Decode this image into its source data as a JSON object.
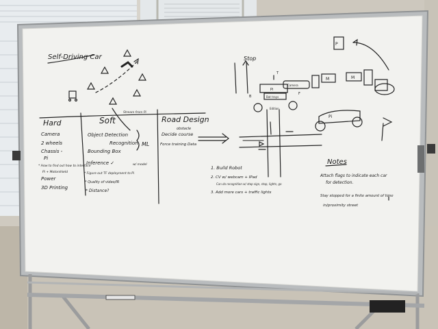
{
  "board": {
    "title": "Self-Driving Car",
    "columns": {
      "hard": {
        "heading": "Hard",
        "items": [
          "Camera",
          "2 wheels",
          "Chassis -",
          "Pi",
          "* How to find out how to interface",
          "Pi + Motorshield",
          "Power",
          "3D Printing"
        ]
      },
      "soft": {
        "heading": "Soft",
        "items": [
          "Object Detection",
          "Recognition",
          "Bounding Box",
          "Inference ✓",
          "* Figure out TF deployment to Pi",
          "* Quality of video/IR",
          "* Distance?"
        ],
        "side_note": "ML",
        "annotation": "Stream from Pi",
        "small_note": "w/ model"
      },
      "road": {
        "heading": "Road Design",
        "items": [
          "Decide course",
          "obstacle",
          "Force training Data"
        ]
      }
    },
    "plan": {
      "items": [
        "1. Build Robot",
        "2. CV w/ webcam + IPad",
        "3. Add more cars + traffic lights"
      ],
      "sub_note": "Can do recognition w/ stop sign, stop, lights, go"
    },
    "diagram_labels": {
      "stop": "Stop",
      "t": "T",
      "b": "B",
      "f": "F",
      "edition": "Edition",
      "box1": "Pi",
      "box2": "Bat trays",
      "box3": "Camera",
      "m1": "M",
      "m2": "M",
      "p": "P",
      "pi": "Pi"
    },
    "notes": {
      "heading": "Notes",
      "lines": [
        "Attach flags to indicate each car",
        "for detection.",
        "Stay stopped for a finite amount of time",
        "in/proximity street"
      ]
    }
  }
}
